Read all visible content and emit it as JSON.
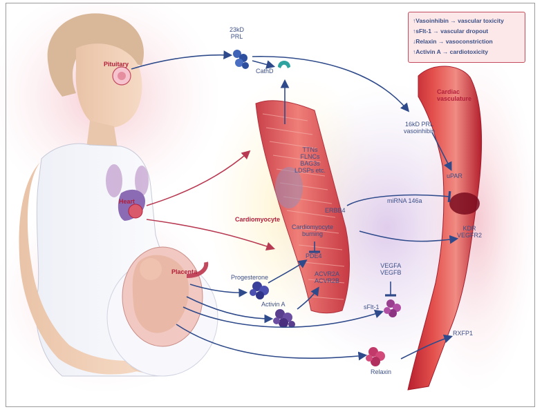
{
  "legend": {
    "items": [
      "↑Vasoinhibin → vascular toxicity",
      "↑sFlt-1 → vascular dropout",
      "↓Relaxin → vasoconstriction",
      "↑Activin A → cardiotoxicity"
    ]
  },
  "labels": {
    "pituitary": "Pituitary",
    "heart": "Heart",
    "placenta": "Placenta",
    "prl": "23kD\nPRL",
    "cathd": "CathD",
    "cardiac_vasculature": "Cardiac\nvasculature",
    "vasoinhibin": "16kD PRL\nvasoinhibin",
    "upar": "uPAR",
    "genes": "TTNs\nFLNCs\nBAG3s\nLDSPs etc.",
    "erbb4": "ERBB4",
    "mirna": "miRNA 146a",
    "cardiomyocyte": "Cardiomyocyte",
    "cardiomyocyte_burning": "Cardiomyocyte\nburning",
    "pde": "PDE4",
    "progesterone": "Progesterone",
    "activin": "Activin A",
    "acvr": "ACVR2A\nACVR2B",
    "vegf": "VEGFA\nVEGFB",
    "sflt": "sFlt-1",
    "relaxin": "Relaxin",
    "rxfp1": "RXFP1",
    "kdr": "KDR\nVEGFR2"
  }
}
